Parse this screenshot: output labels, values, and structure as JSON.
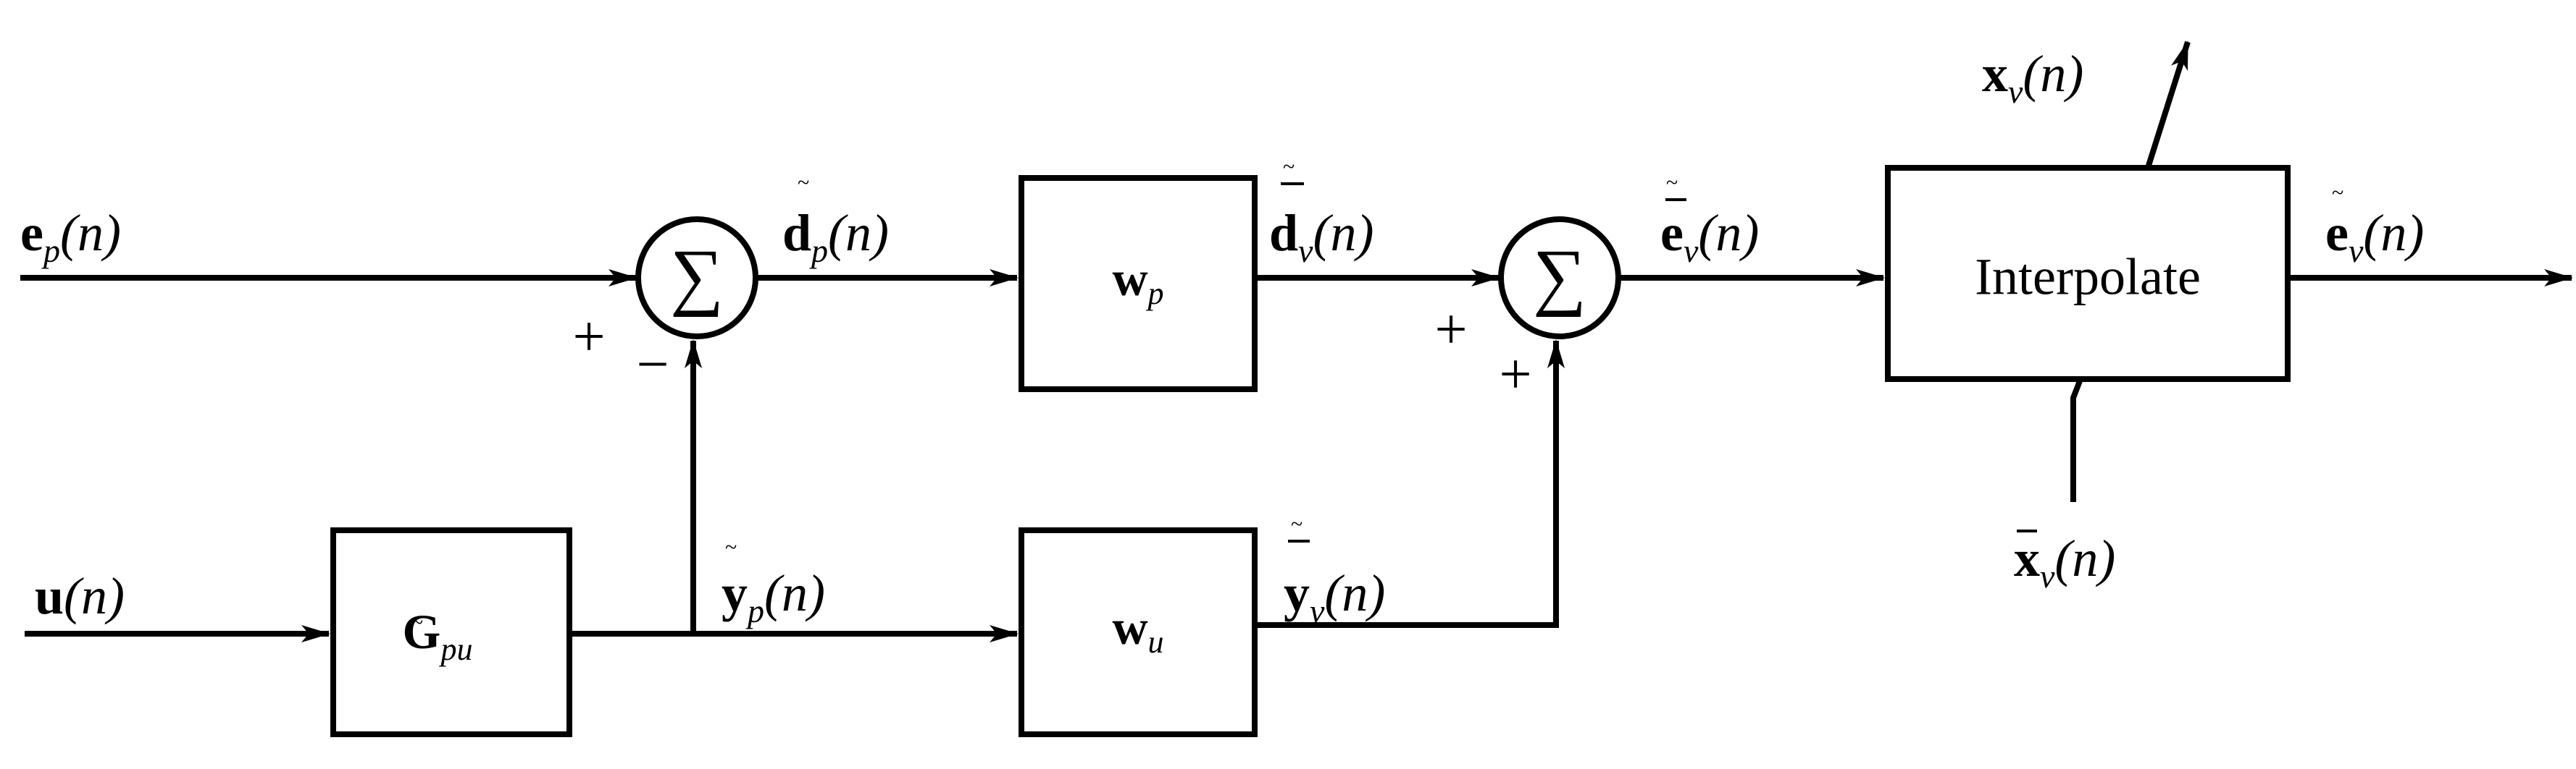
{
  "diagram": {
    "blocks": {
      "wp": {
        "sym": "w",
        "sub": "p"
      },
      "wu": {
        "sym": "w",
        "sub": "u"
      },
      "gpu": {
        "sym": "G",
        "sub": "pu"
      },
      "interpolate": {
        "label": "Interpolate"
      }
    },
    "summers": {
      "sum1": {
        "symbol": "∑",
        "sign_left": "+",
        "sign_bottom": "−"
      },
      "sum2": {
        "symbol": "∑",
        "sign_left": "+",
        "sign_bottom": "+"
      }
    },
    "signals": {
      "ep": {
        "sym": "e",
        "sub": "p",
        "arg": "(n)"
      },
      "u": {
        "sym": "u",
        "arg": "(n)"
      },
      "dp": {
        "sym": "d",
        "sub": "p",
        "arg": "(n)"
      },
      "dv": {
        "sym": "d",
        "sub": "v",
        "arg": "(n)"
      },
      "ev_tilde_bar": {
        "sym": "e",
        "sub": "v",
        "arg": "(n)"
      },
      "ev_tilde": {
        "sym": "e",
        "sub": "v",
        "arg": "(n)"
      },
      "xv": {
        "sym": "x",
        "sub": "v",
        "arg": "(n)"
      },
      "xv_bar": {
        "sym": "x",
        "sub": "v",
        "arg": "(n)"
      },
      "yp": {
        "sym": "y",
        "sub": "p",
        "arg": "(n)"
      },
      "yv": {
        "sym": "y",
        "sub": "v",
        "arg": "(n)"
      }
    }
  }
}
